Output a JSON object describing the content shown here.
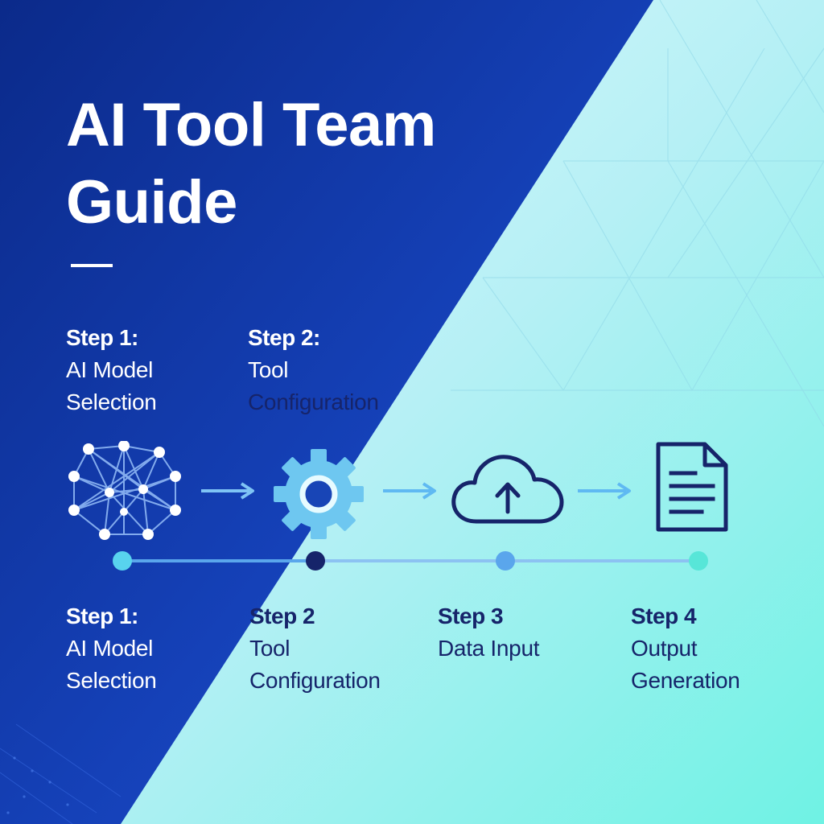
{
  "title": {
    "line1": "AI Tool Team",
    "line2": "Guide"
  },
  "top_steps": [
    {
      "heading": "Step 1:",
      "line1": "AI Model",
      "line2": "Selection"
    },
    {
      "heading": "Step 2:",
      "line1": "Tool",
      "line2": "Configuration"
    }
  ],
  "bottom_steps": [
    {
      "heading": "Step 1:",
      "line1": "AI Model",
      "line2": "Selection"
    },
    {
      "heading": "Step 2",
      "line1": "Tool",
      "line2": "Configuration"
    },
    {
      "heading": "Step 3",
      "line1": "Data Input",
      "line2": ""
    },
    {
      "heading": "Step 4",
      "line1": "Output",
      "line2": "Generation"
    }
  ],
  "icons": [
    "network-icon",
    "gear-icon",
    "cloud-upload-icon",
    "document-icon"
  ],
  "colors": {
    "deep_blue": "#0c2a8f",
    "royal_blue": "#1446c8",
    "light_cyan": "#c5f3f7",
    "mint": "#6ff0e4",
    "icon_dark": "#16246a",
    "node_cyan": "#58d3ee",
    "node_blue": "#5aa6ec",
    "node_teal": "#57e6d8"
  }
}
